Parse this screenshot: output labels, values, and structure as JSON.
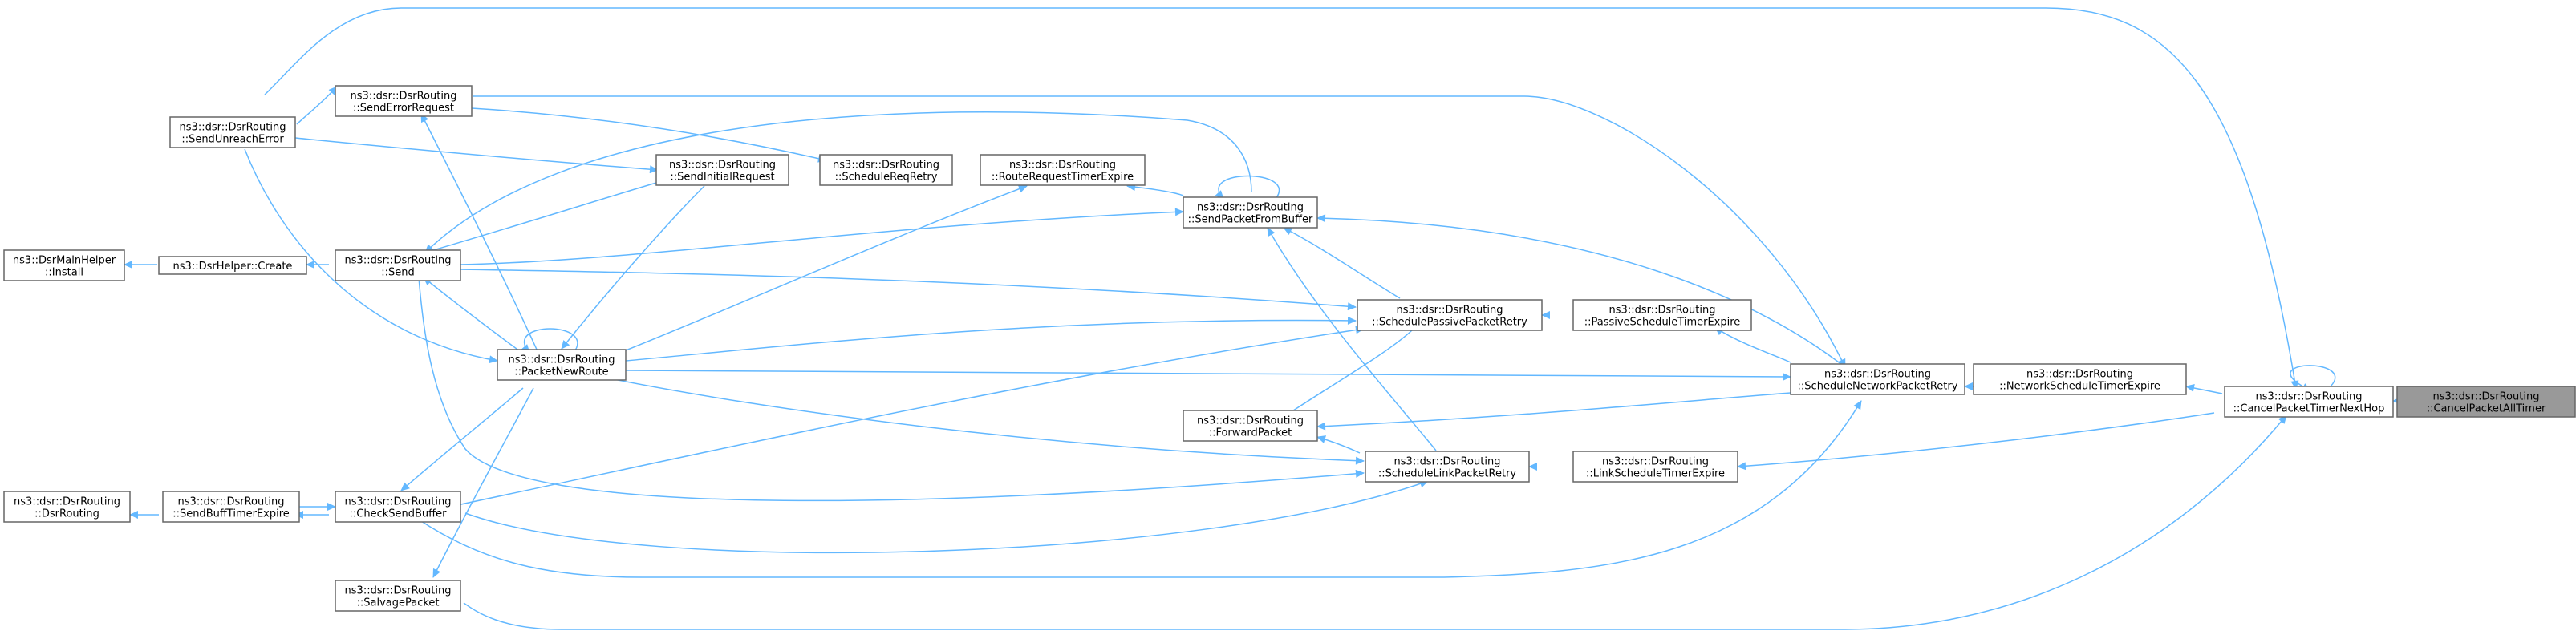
{
  "graph": {
    "kind": "doxygen-caller-graph",
    "colors": {
      "edge": "#63b8ff",
      "node_border": "#666666",
      "node_fill": "#ffffff",
      "highlight_fill": "#999999"
    },
    "nodes": {
      "CancelPacketAllTimer": {
        "lines": [
          "ns3::dsr::DsrRouting",
          "::CancelPacketAllTimer"
        ],
        "highlight": true
      },
      "CancelPacketTimerNextHop": {
        "lines": [
          "ns3::dsr::DsrRouting",
          "::CancelPacketTimerNextHop"
        ]
      },
      "NetworkScheduleTimerExpire": {
        "lines": [
          "ns3::dsr::DsrRouting",
          "::NetworkScheduleTimerExpire"
        ]
      },
      "ScheduleNetworkPacketRetry": {
        "lines": [
          "ns3::dsr::DsrRouting",
          "::ScheduleNetworkPacketRetry"
        ]
      },
      "LinkScheduleTimerExpire": {
        "lines": [
          "ns3::dsr::DsrRouting",
          "::LinkScheduleTimerExpire"
        ]
      },
      "PassiveScheduleTimerExpire": {
        "lines": [
          "ns3::dsr::DsrRouting",
          "::PassiveScheduleTimerExpire"
        ]
      },
      "ScheduleLinkPacketRetry": {
        "lines": [
          "ns3::dsr::DsrRouting",
          "::ScheduleLinkPacketRetry"
        ]
      },
      "SchedulePassivePacketRetry": {
        "lines": [
          "ns3::dsr::DsrRouting",
          "::SchedulePassivePacketRetry"
        ]
      },
      "ForwardPacket": {
        "lines": [
          "ns3::dsr::DsrRouting",
          "::ForwardPacket"
        ]
      },
      "SendPacketFromBuffer": {
        "lines": [
          "ns3::dsr::DsrRouting",
          "::SendPacketFromBuffer"
        ]
      },
      "RouteRequestTimerExpire": {
        "lines": [
          "ns3::dsr::DsrRouting",
          "::RouteRequestTimerExpire"
        ]
      },
      "ScheduleReqRetry": {
        "lines": [
          "ns3::dsr::DsrRouting",
          "::ScheduleReqRetry"
        ]
      },
      "SendInitialRequest": {
        "lines": [
          "ns3::dsr::DsrRouting",
          "::SendInitialRequest"
        ]
      },
      "PacketNewRoute": {
        "lines": [
          "ns3::dsr::DsrRouting",
          "::PacketNewRoute"
        ]
      },
      "SendErrorRequest": {
        "lines": [
          "ns3::dsr::DsrRouting",
          "::SendErrorRequest"
        ]
      },
      "Send": {
        "lines": [
          "ns3::dsr::DsrRouting",
          "::Send"
        ]
      },
      "CheckSendBuffer": {
        "lines": [
          "ns3::dsr::DsrRouting",
          "::CheckSendBuffer"
        ]
      },
      "SalvagePacket": {
        "lines": [
          "ns3::dsr::DsrRouting",
          "::SalvagePacket"
        ]
      },
      "SendUnreachError": {
        "lines": [
          "ns3::dsr::DsrRouting",
          "::SendUnreachError"
        ]
      },
      "DsrHelperCreate": {
        "lines": [
          "ns3::DsrHelper::Create"
        ]
      },
      "SendBuffTimerExpire": {
        "lines": [
          "ns3::dsr::DsrRouting",
          "::SendBuffTimerExpire"
        ]
      },
      "DsrMainHelperInstall": {
        "lines": [
          "ns3::DsrMainHelper",
          "::Install"
        ]
      },
      "DsrRoutingCtor": {
        "lines": [
          "ns3::dsr::DsrRouting",
          "::DsrRouting"
        ]
      }
    }
  }
}
